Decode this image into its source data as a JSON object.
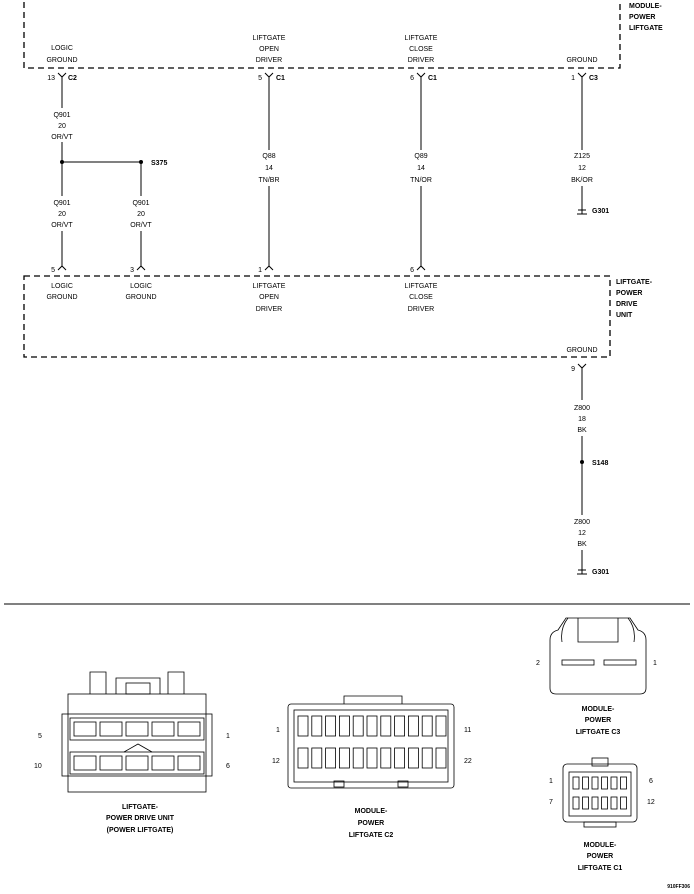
{
  "top_module": {
    "name": [
      "MODULE-",
      "POWER",
      "LIFTGATE"
    ],
    "pins": [
      {
        "label": [
          "LOGIC",
          "GROUND"
        ],
        "pin": "13",
        "connector": "C2"
      },
      {
        "label": [
          "LIFTGATE",
          "OPEN",
          "DRIVER"
        ],
        "pin": "5",
        "connector": "C1"
      },
      {
        "label": [
          "LIFTGATE",
          "CLOSE",
          "DRIVER"
        ],
        "pin": "6",
        "connector": "C1"
      },
      {
        "label": [
          "GROUND"
        ],
        "pin": "1",
        "connector": "C3"
      }
    ]
  },
  "wires": {
    "w1": [
      "Q901",
      "20",
      "OR/VT"
    ],
    "w2": [
      "Q901",
      "20",
      "OR/VT"
    ],
    "w3": [
      "Q901",
      "20",
      "OR/VT"
    ],
    "w4": [
      "Q88",
      "14",
      "TN/BR"
    ],
    "w5": [
      "Q89",
      "14",
      "TN/OR"
    ],
    "w6": [
      "Z125",
      "12",
      "BK/OR"
    ],
    "w7": [
      "Z800",
      "18",
      "BK"
    ],
    "w8": [
      "Z800",
      "12",
      "BK"
    ]
  },
  "splices": {
    "s375": "S375",
    "s148": "S148"
  },
  "grounds": {
    "g1": "G301",
    "g2": "G301"
  },
  "drive_unit": {
    "name": [
      "LIFTGATE-",
      "POWER",
      "DRIVE",
      "UNIT"
    ],
    "pins": [
      {
        "label": [
          "LOGIC",
          "GROUND"
        ],
        "pin": "5"
      },
      {
        "label": [
          "LOGIC",
          "GROUND"
        ],
        "pin": "3"
      },
      {
        "label": [
          "LIFTGATE",
          "OPEN",
          "DRIVER"
        ],
        "pin": "1"
      },
      {
        "label": [
          "LIFTGATE",
          "CLOSE",
          "DRIVER"
        ],
        "pin": "6"
      }
    ],
    "ground": {
      "label": "GROUND",
      "pin": "9"
    }
  },
  "connector_views": {
    "pdu": {
      "name": [
        "LIFTGATE-",
        "POWER DRIVE UNIT",
        "(POWER LIFTGATE)"
      ],
      "pins": [
        "5",
        "1",
        "10",
        "6"
      ]
    },
    "c2": {
      "name": [
        "MODULE-",
        "POWER",
        "LIFTGATE C2"
      ],
      "pins": [
        "1",
        "11",
        "12",
        "22"
      ]
    },
    "c3": {
      "name": [
        "MODULE-",
        "POWER",
        "LIFTGATE C3"
      ],
      "pins": [
        "2",
        "1"
      ]
    },
    "c1": {
      "name": [
        "MODULE-",
        "POWER",
        "LIFTGATE C1"
      ],
      "pins": [
        "1",
        "6",
        "7",
        "12"
      ]
    }
  },
  "figure_code": "910FF306"
}
